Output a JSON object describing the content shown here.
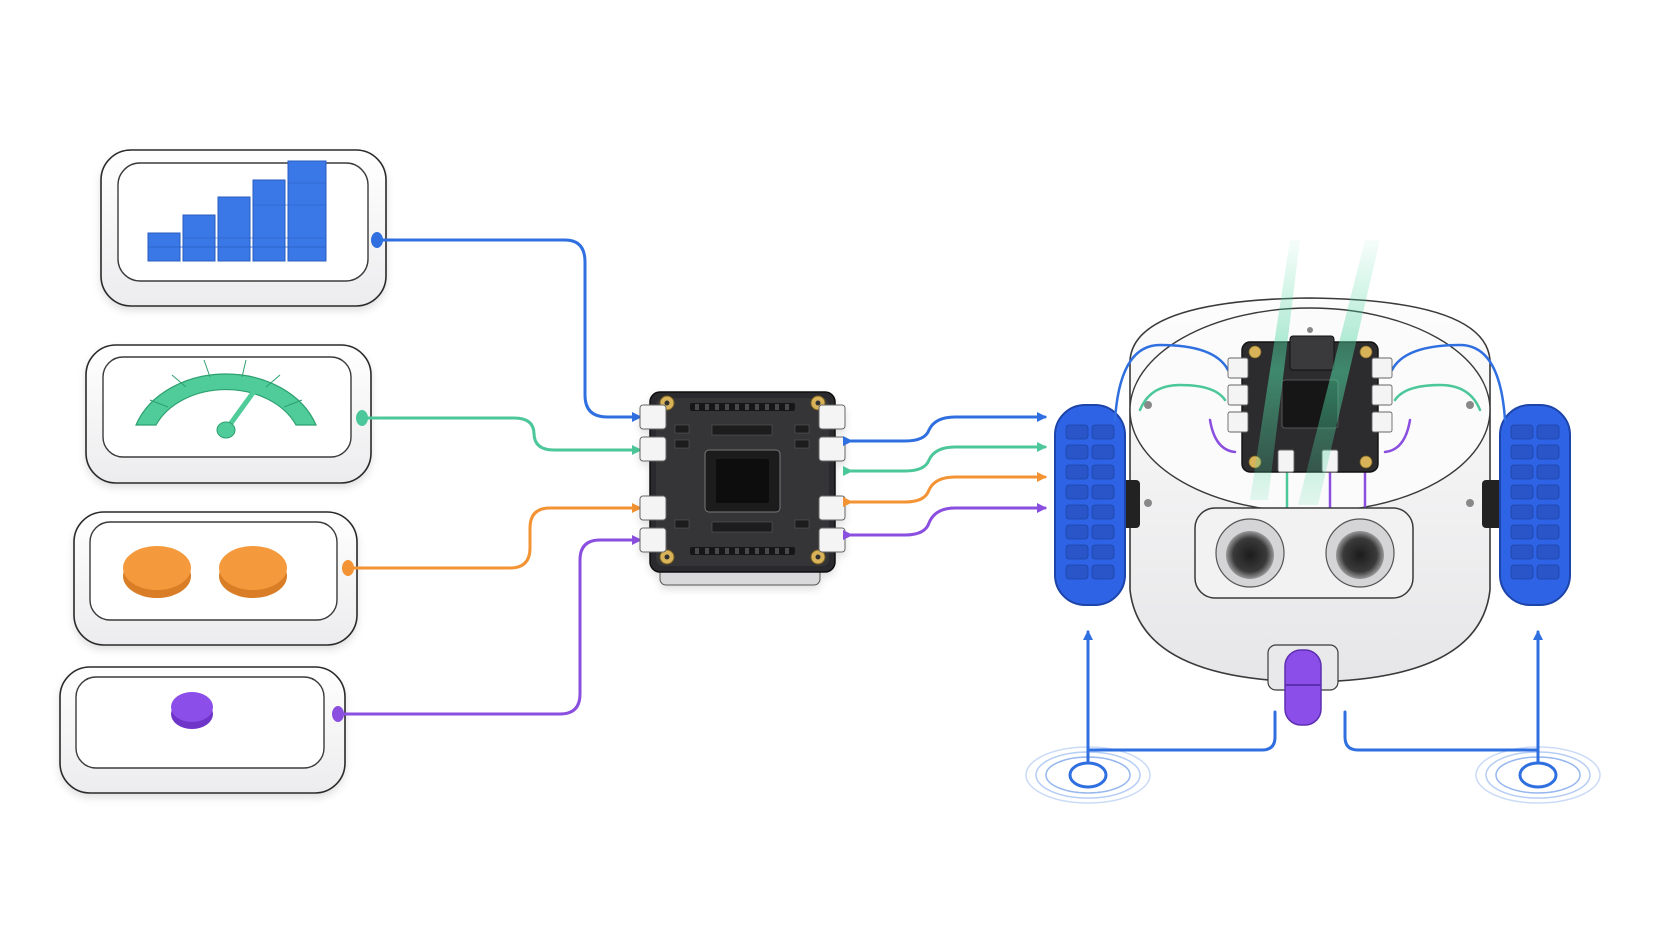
{
  "colors": {
    "signal_bars": "#3a78e8",
    "gauge": "#4fcc9a",
    "buttons": "#f59a3c",
    "button_single": "#8b4ee8",
    "wire_blue": "#2f6fe0",
    "wire_green": "#4cc79a",
    "wire_orange": "#f39333",
    "wire_purple": "#8b4fe0",
    "board": "#2c2c2e",
    "wheel": "#2f63e6",
    "caster": "#8b4ee8"
  },
  "icons": {
    "input_panels": [
      "signal-bars-icon",
      "gauge-icon",
      "dual-buttons-icon",
      "single-button-icon"
    ],
    "controller": "microcontroller-board-icon",
    "robot": "robot-car-icon",
    "sensor": "ultrasonic-sensor-icon",
    "wireless": "wireless-signal-icon"
  },
  "diagram": {
    "inputs": [
      {
        "id": "signal",
        "icon": "signal-bars-icon",
        "color": "#2f6fe0"
      },
      {
        "id": "gauge",
        "icon": "gauge-icon",
        "color": "#4cc79a"
      },
      {
        "id": "buttons",
        "icon": "dual-buttons-icon",
        "color": "#f39333"
      },
      {
        "id": "button",
        "icon": "single-button-icon",
        "color": "#8b4fe0"
      }
    ],
    "outputs": [
      "#2f6fe0",
      "#4cc79a",
      "#f39333",
      "#8b4fe0"
    ]
  }
}
